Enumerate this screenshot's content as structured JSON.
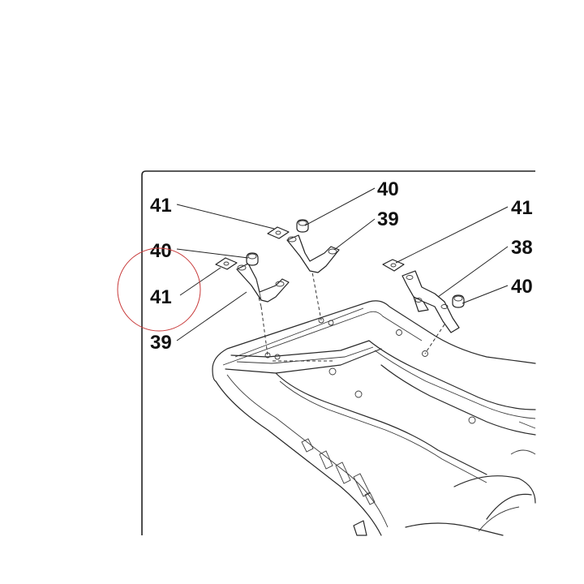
{
  "callouts": {
    "c41_left": "41",
    "c40_left": "40",
    "c41_left_lower": "41",
    "c39_left": "39",
    "c40_top": "40",
    "c39_top": "39",
    "c41_right": "41",
    "c38_right": "38",
    "c40_right": "40"
  },
  "colors": {
    "highlight_circle": "#c83a3a",
    "ink": "#2a2a2a",
    "background": "#ffffff"
  }
}
